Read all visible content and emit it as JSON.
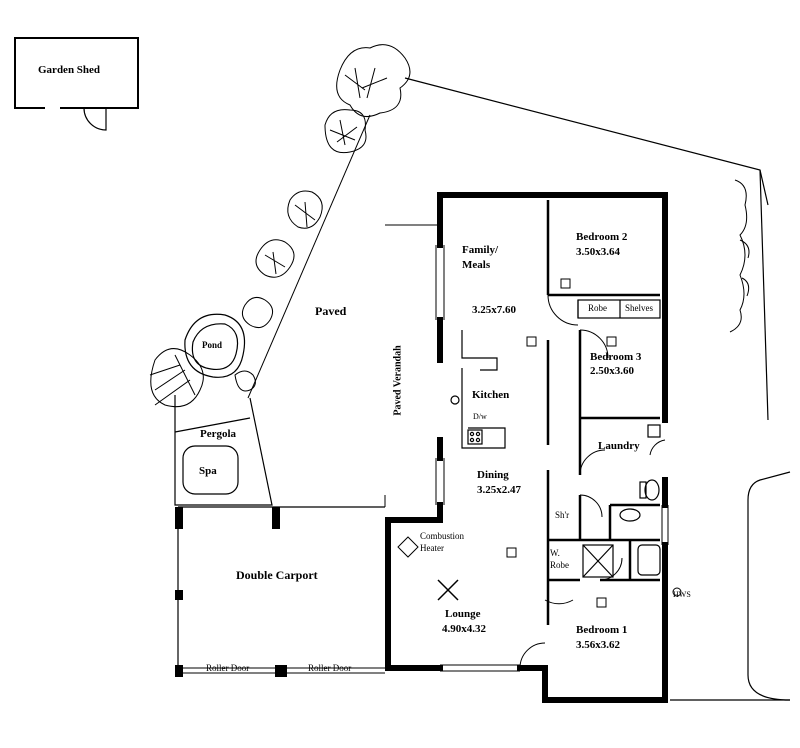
{
  "garden_shed": "Garden Shed",
  "paved": "Paved",
  "pond": "Pond",
  "pergola": "Pergola",
  "spa": "Spa",
  "double_carport": "Double Carport",
  "roller_door_left": "Roller Door",
  "roller_door_right": "Roller Door",
  "paved_verandah": "Paved Verandah",
  "family_meals": {
    "line1": "Family/",
    "line2": "Meals",
    "size": "3.25x7.60"
  },
  "kitchen": {
    "name": "Kitchen",
    "dw": "D/w"
  },
  "dining": {
    "name": "Dining",
    "size": "3.25x2.47"
  },
  "combustion_heater": {
    "line1": "Combustion",
    "line2": "Heater"
  },
  "lounge": {
    "name": "Lounge",
    "size": "4.90x4.32"
  },
  "bedroom2": {
    "name": "Bedroom 2",
    "size": "3.50x3.64"
  },
  "bedroom3": {
    "name": "Bedroom 3",
    "size": "2.50x3.60"
  },
  "bedroom1": {
    "name": "Bedroom 1",
    "size": "3.56x3.62"
  },
  "robe": "Robe",
  "shelves": "Shelves",
  "laundry": "Laundry",
  "shower": "Sh'r",
  "wrobe": {
    "line1": "W.",
    "line2": "Robe"
  },
  "hws": "HWS"
}
